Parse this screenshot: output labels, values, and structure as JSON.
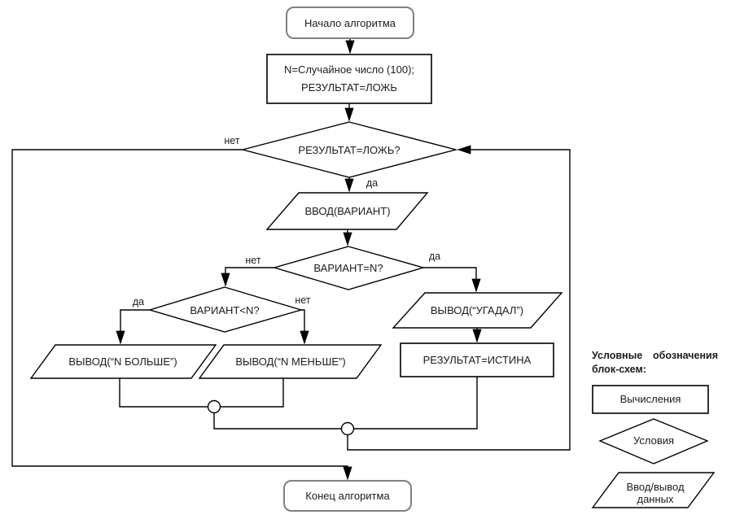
{
  "colors": {
    "background": "#ffffff",
    "line": "#000000",
    "terminal_border": "#808080",
    "text": "#1c1c1c"
  },
  "flowchart": {
    "start_label": "Начало алгоритма",
    "init_line1": "N=Случайное число (100);",
    "init_line2": "РЕЗУЛЬТАТ=ЛОЖЬ",
    "loop_condition": "РЕЗУЛЬТАТ=ЛОЖЬ?",
    "input_label": "ВВОД(ВАРИАНТ)",
    "guess_condition": "ВАРИАНТ=N?",
    "less_condition": "ВАРИАНТ<N?",
    "output_bigger": "ВЫВОД(“N БОЛЬШЕ”)",
    "output_smaller": "ВЫВОД(“N МЕНЬШЕ”)",
    "output_guessed": "ВЫВОД(“УГАДАЛ”)",
    "set_result": "РЕЗУЛЬТАТ=ИСТИНА",
    "end_label": "Конец алгоритма",
    "labels": {
      "loop_no": "нет",
      "loop_yes": "да",
      "guess_no": "нет",
      "guess_yes": "да",
      "less_yes": "да",
      "less_no": "нет"
    }
  },
  "legend": {
    "title_word1": "Условные",
    "title_word2": "обозначения",
    "title_line2": "блок-схем:",
    "items": {
      "process": "Вычисления",
      "condition": "Условия",
      "io_line1": "Ввод/вывод",
      "io_line2": "данных"
    }
  }
}
